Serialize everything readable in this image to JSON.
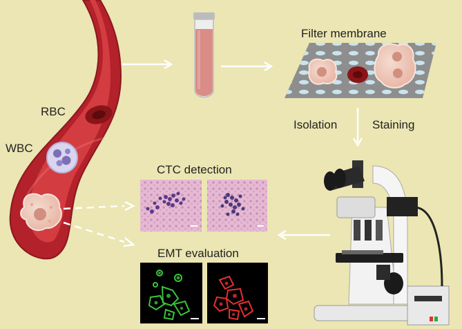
{
  "labels": {
    "rbc": "RBC",
    "wbc": "WBC",
    "filter_membrane": "Filter membrane",
    "isolation": "Isolation",
    "staining": "Staining",
    "ctc_detection": "CTC detection",
    "emt_evaluation": "EMT evaluation"
  },
  "colors": {
    "background": "#ebe6b3",
    "vessel_outer": "#b3212a",
    "vessel_inner": "#cf3a3f",
    "blood": "#d98d86",
    "membrane": "#8e8e8e",
    "pore": "#c8e4ef",
    "stain_pink": "#e6b3cf",
    "stain_purple": "#5a3a8a",
    "emt_green": "#3ec43e",
    "emt_red": "#e53030",
    "arrow": "#ffffff"
  },
  "icons": {
    "vessel": "blood-vessel-icon",
    "tube": "test-tube-icon",
    "membrane": "filter-membrane-icon",
    "microscope": "microscope-icon"
  }
}
